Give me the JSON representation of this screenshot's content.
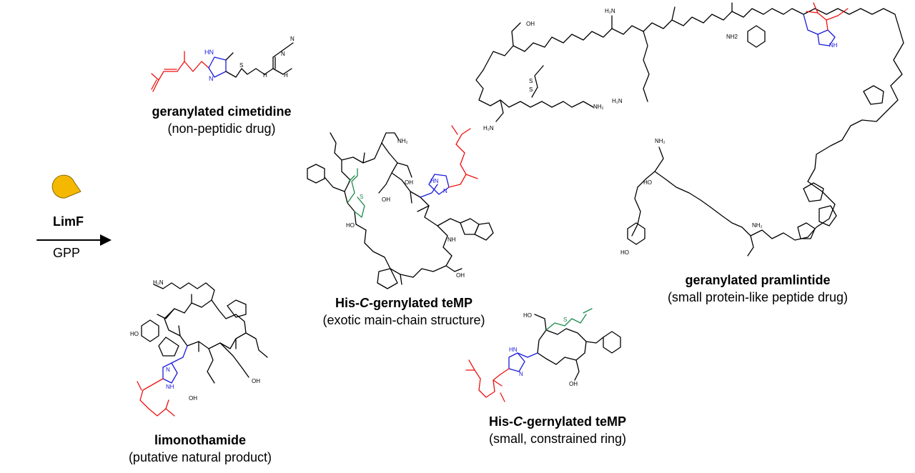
{
  "enzyme": {
    "name": "LimF",
    "cofactor": "GPP",
    "icon": "pacman-enzyme-icon"
  },
  "colors": {
    "geranyl": "#ee1111",
    "histidine": "#1a1adc",
    "thioether": "#1e8a4a",
    "skeleton": "#000000",
    "enzyme": "#f5b800"
  },
  "products": [
    {
      "title": "geranylated cimetidine",
      "subtitle": "(non-peptidic drug)"
    },
    {
      "title_pre": "His-",
      "title_italic": "C",
      "title_post": "-gernylated teMP",
      "subtitle": "(exotic main-chain structure)"
    },
    {
      "title": "geranylated pramlintide",
      "subtitle": "(small protein-like peptide drug)"
    },
    {
      "title": "limonothamide",
      "subtitle": "(putative natural product)"
    },
    {
      "title_pre": "His-",
      "title_italic": "C",
      "title_post": "-gernylated teMP",
      "subtitle": "(small, constrained ring)"
    }
  ]
}
